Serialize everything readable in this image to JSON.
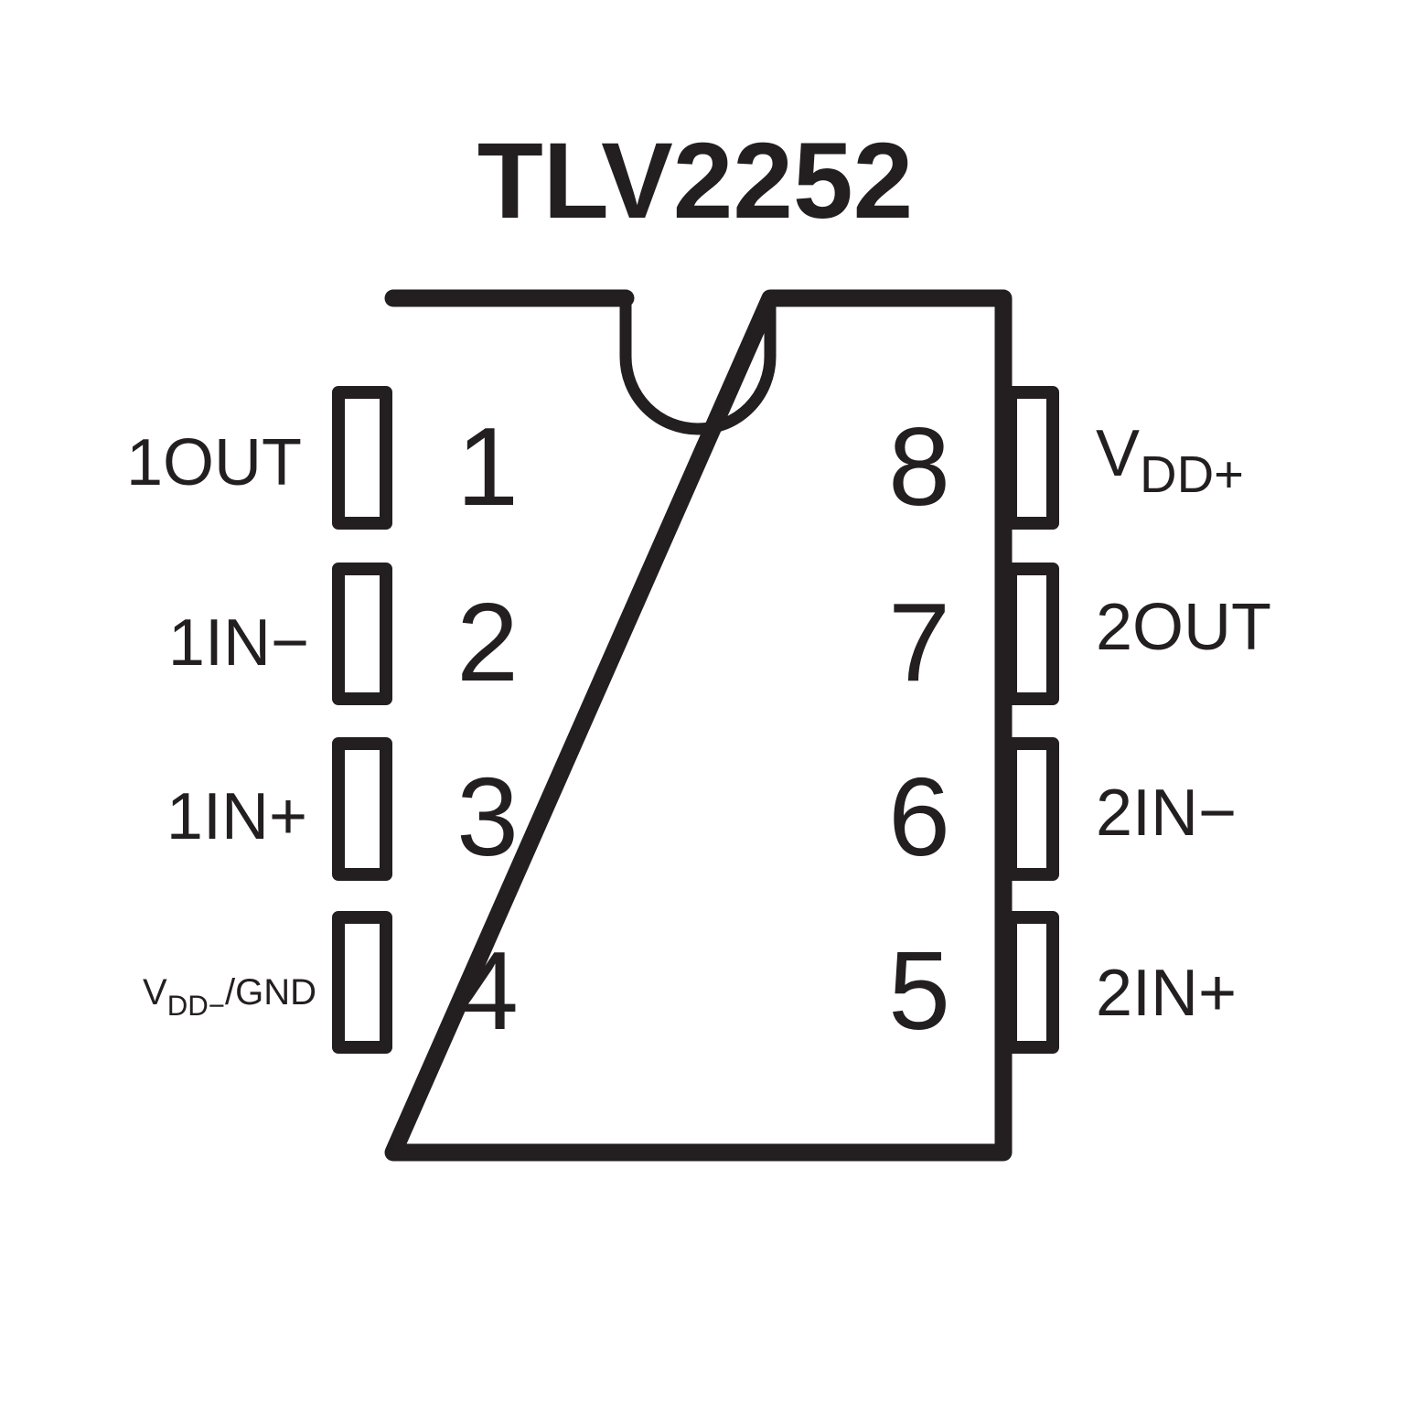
{
  "title": "TLV2252",
  "stroke_color": "#231f20",
  "pins": [
    {
      "number": "1",
      "label": "1OUT"
    },
    {
      "number": "2",
      "label": "1IN−"
    },
    {
      "number": "3",
      "label": "1IN+"
    },
    {
      "number": "4",
      "label_main": "V",
      "label_sub": "DD−",
      "label_tail": "/GND"
    },
    {
      "number": "5",
      "label": "2IN+"
    },
    {
      "number": "6",
      "label": "2IN−"
    },
    {
      "number": "7",
      "label": "2OUT"
    },
    {
      "number": "8",
      "label_main": "V",
      "label_sub": "DD+"
    }
  ]
}
